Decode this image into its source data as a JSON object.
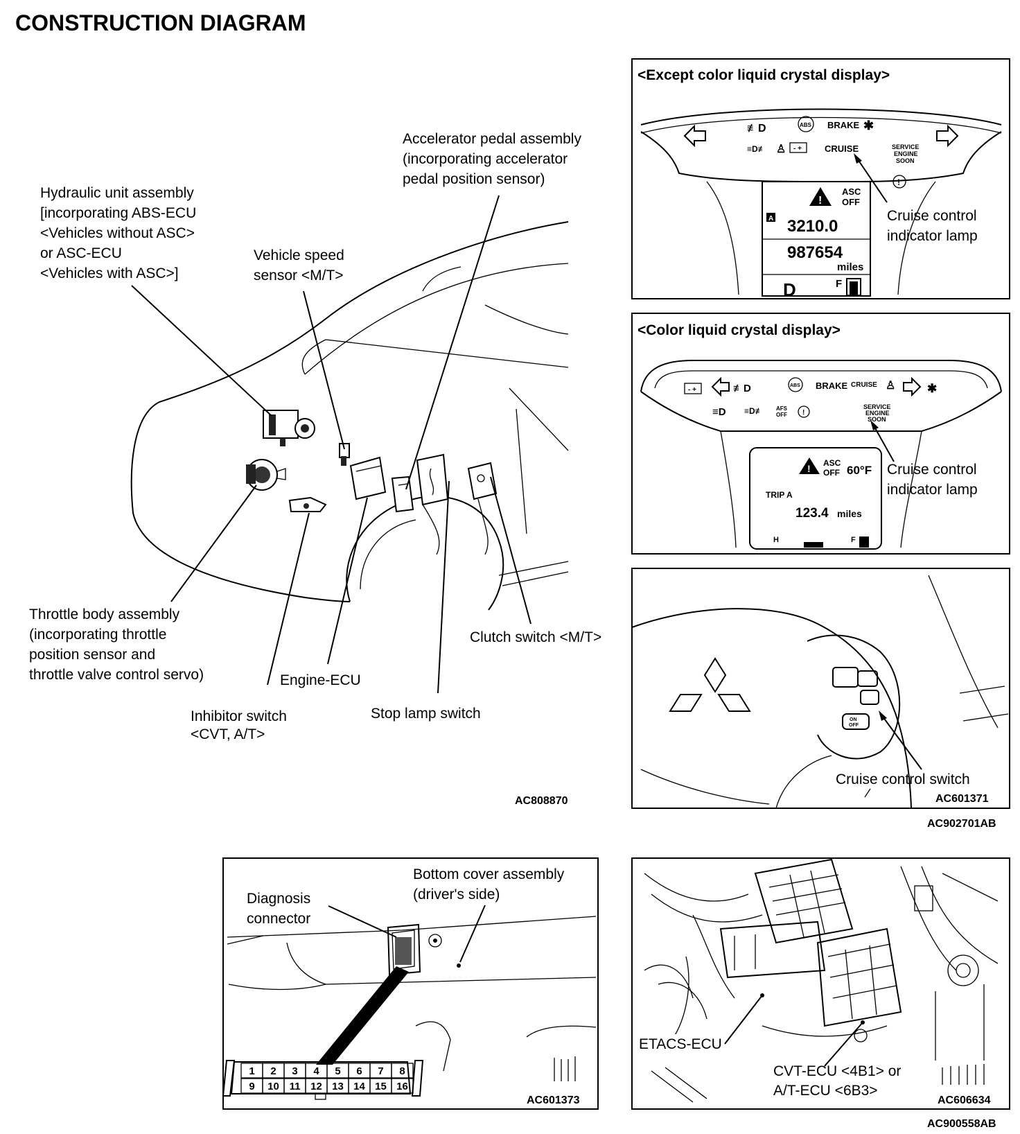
{
  "title": "CONSTRUCTION DIAGRAM",
  "main_figure": {
    "code": "AC808870",
    "labels": {
      "hydraulic_unit": [
        "Hydraulic unit assembly",
        "[incorporating ABS-ECU",
        "<Vehicles without ASC>",
        "or ASC-ECU",
        "<Vehicles with ASC>]"
      ],
      "vehicle_speed_sensor": [
        "Vehicle speed",
        "sensor <M/T>"
      ],
      "accelerator_pedal": [
        "Accelerator pedal assembly",
        "(incorporating accelerator",
        "pedal position sensor)"
      ],
      "throttle_body": [
        "Throttle body assembly",
        "(incorporating throttle",
        "position sensor and",
        "throttle valve control servo)"
      ],
      "engine_ecu": "Engine-ECU",
      "clutch_switch": "Clutch switch <M/T>",
      "inhibitor_switch": [
        "Inhibitor switch",
        "<CVT, A/T>"
      ],
      "stop_lamp_switch": "Stop lamp switch"
    }
  },
  "panel_except_color": {
    "header": "<Except color liquid crystal display>",
    "label": [
      "Cruise control",
      "indicator lamp"
    ],
    "indicators": {
      "brake": "BRAKE",
      "cruise": "CRUISE",
      "service": [
        "SERVICE",
        "ENGINE",
        "SOON"
      ],
      "abs": "ABS"
    },
    "lcd": {
      "asc": [
        "ASC",
        "OFF"
      ],
      "trip_letter": "A",
      "trip_value": "3210.0",
      "odometer": "987654",
      "unit": "miles",
      "gear": "D",
      "fuel_mark": "F"
    }
  },
  "panel_color": {
    "header": "<Color liquid crystal display>",
    "label": [
      "Cruise control",
      "indicator lamp"
    ],
    "indicators": {
      "brake": "BRAKE",
      "cruise": "CRUISE",
      "service": [
        "SERVICE",
        "ENGINE",
        "SOON"
      ],
      "afs": [
        "AFS",
        "OFF"
      ],
      "abs": "ABS"
    },
    "lcd": {
      "asc": [
        "ASC",
        "OFF"
      ],
      "temp": "60°F",
      "trip": "TRIP A",
      "value": "123.4",
      "unit": "miles",
      "h_mark": "H",
      "f_mark": "F"
    }
  },
  "panel_steering": {
    "label": "Cruise control switch",
    "code": "AC601371",
    "button_labels": {
      "on_off": [
        "ON",
        "OFF"
      ]
    }
  },
  "right_group_code": "AC902701AB",
  "panel_diagnosis": {
    "label_connector": [
      "Diagnosis",
      "connector"
    ],
    "label_cover": [
      "Bottom cover assembly",
      "(driver's side)"
    ],
    "code": "AC601373",
    "pins_top": [
      "1",
      "2",
      "3",
      "4",
      "5",
      "6",
      "7",
      "8"
    ],
    "pins_bottom": [
      "9",
      "10",
      "11",
      "12",
      "13",
      "14",
      "15",
      "16"
    ]
  },
  "panel_ecu": {
    "label_etacs": "ETACS-ECU",
    "label_cvt": [
      "CVT-ECU <4B1> or",
      "A/T-ECU <6B3>"
    ],
    "code": "AC606634"
  },
  "bottom_group_code": "AC900558AB"
}
